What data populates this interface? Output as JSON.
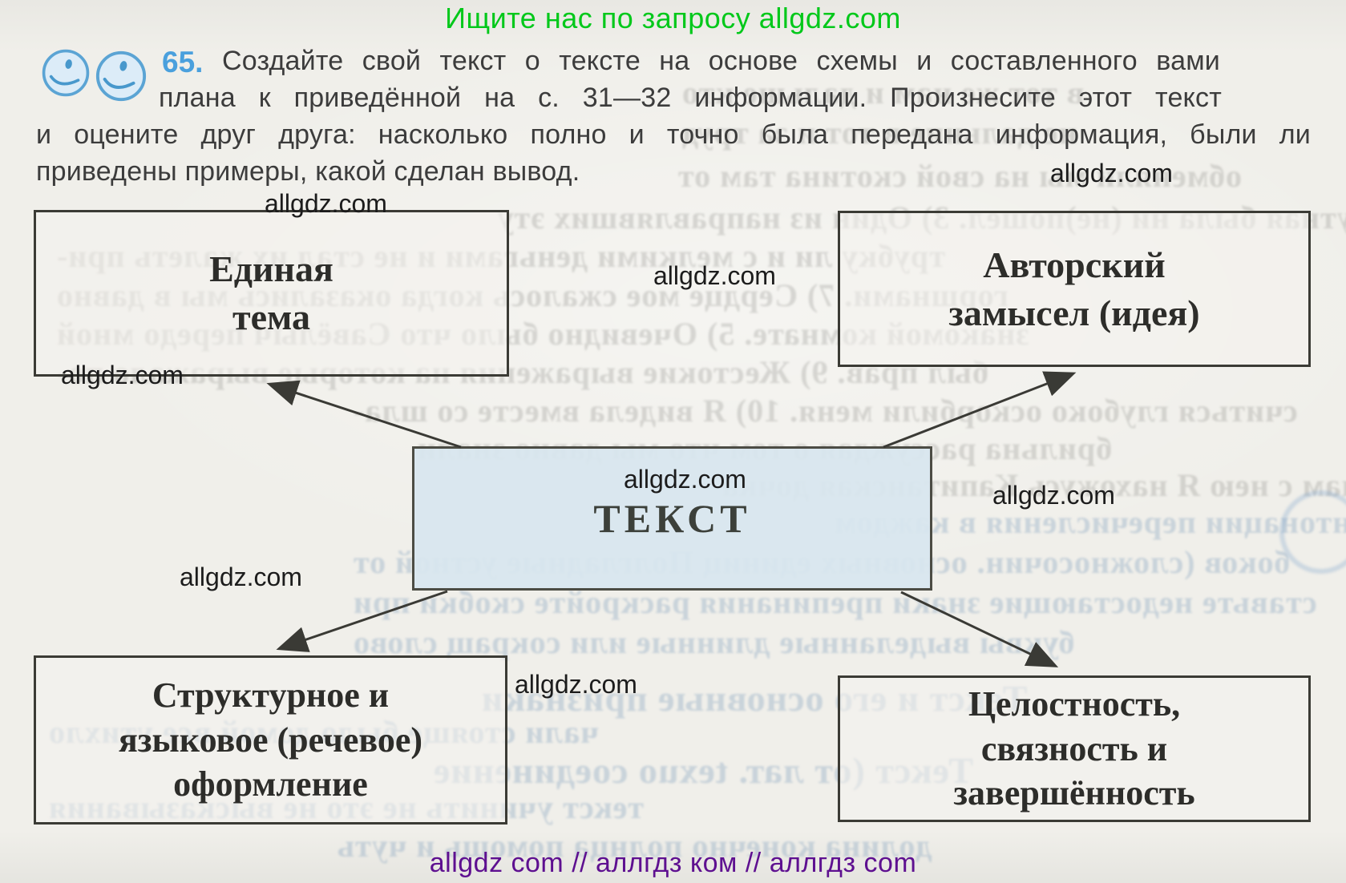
{
  "header": {
    "text": "Ищите нас по запросу allgdz.com"
  },
  "task": {
    "number": "65.",
    "lines": [
      "Создайте свой текст о тексте на основе схемы и составленного вами",
      "плана к приведённой на с. 31—32 информации. Произнесите этот текст",
      "и оцените друг друга: насколько полно и точно была передана информация, были ли",
      "приведены примеры, какой сделан вывод."
    ]
  },
  "diagram": {
    "center": {
      "label": "ТЕКСТ",
      "fill": "#d8e6ef"
    },
    "boxes": [
      {
        "id": "unified-theme",
        "lines": [
          "Единая",
          "тема"
        ]
      },
      {
        "id": "author-idea",
        "lines": [
          "Авторский",
          "замысел (идея)"
        ]
      },
      {
        "id": "structure-language",
        "lines": [
          "Структурное и",
          "языковое (речевое)",
          "оформление"
        ]
      },
      {
        "id": "integrity",
        "lines": [
          "Целостность,",
          "связность и",
          "завершённость"
        ]
      }
    ]
  },
  "watermark_text": "allgdz.com",
  "footer": {
    "text": "allgdz com  //  аллгдз ком  //  аллгдз com"
  },
  "colors": {
    "header_green": "#00c81a",
    "footer_purple": "#5e1090",
    "exercise_blue": "#4aa0dd",
    "center_box_fill": "#d8e6ef",
    "box_border": "#3b3b35"
  },
  "ghosts": [
    "в тот же нам и дальше кто",
    "не дальние в тот и за труд",
    "обменяли мы на свой скотина там от",
    "путная была ни (не)пошел. 3) Один из направлявших эту",
    "трубку ли и с мелкими деньгами и не стал их жалеть при-",
    "горшнами. 7) Сердце мое сжалось когда оказались мы в давно",
    "знакомой комнате. 5) Очевидно было что Савёлыч передо мной",
    "был прав. 9) Жестокие выражения на которые выражало по-",
    "считься глубоко оскорбили меня. 10) Я видела вместе со шла-",
    "брильна рассуждая о том что мы давно знали",
    "весело ли нам с нею Я нахожусь Капитанская дочка",
    "нее с помощью интонации перечисления в каждом",
    "боков (сложносочин. основных единиц Полгладные устной от",
    "ставьте недостающие знаки препинания раскройте скобки при",
    "буквы выделанные длинные или сокращ слово",
    "Текст и его основные признаки",
    "чали стояще было домой все утихло",
    "Текст (от лат. texuo соединение",
    "текст учинить не это не высказывания",
    "долина конечно полнца помощь и чуть"
  ]
}
